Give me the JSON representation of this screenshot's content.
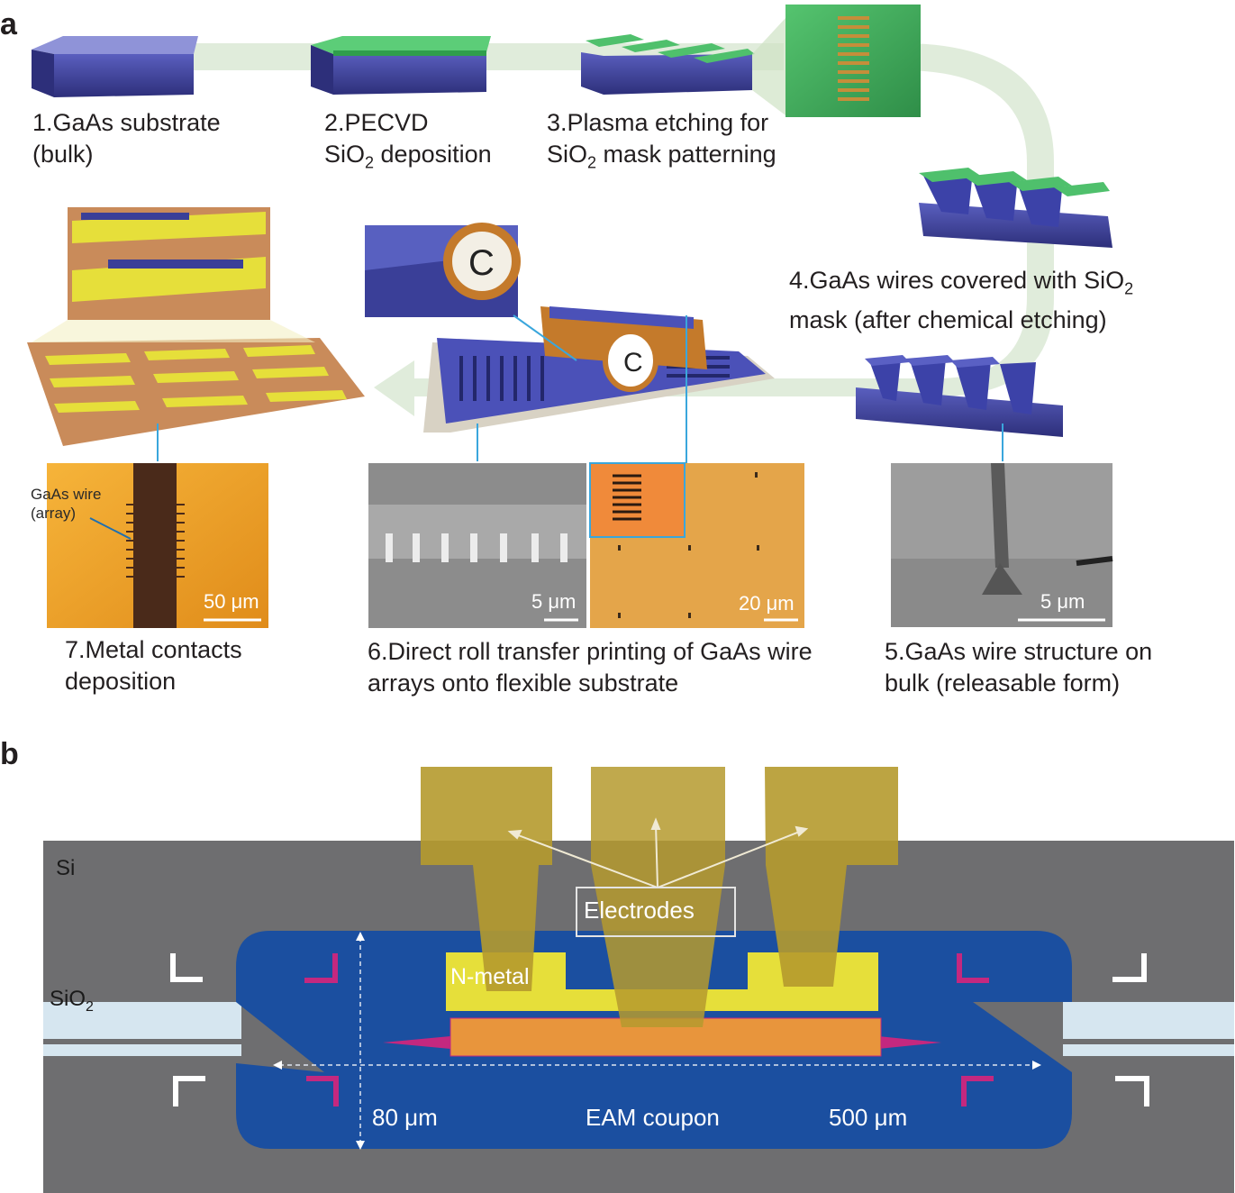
{
  "panel_a": {
    "letter": "a",
    "steps": {
      "s1": [
        "1.GaAs substrate",
        "(bulk)"
      ],
      "s2": [
        "2.PECVD",
        "SiO",
        "2",
        " deposition"
      ],
      "s3": [
        "3.Plasma etching for",
        "SiO",
        "2",
        " mask patterning"
      ],
      "s4": [
        "4.GaAs wires covered with SiO",
        "2",
        "mask (after chemical etching)"
      ],
      "s5": [
        "5.GaAs wire structure on",
        "bulk (releasable form)"
      ],
      "s6": [
        "6.Direct roll transfer printing of GaAs wire",
        "arrays onto flexible substrate"
      ],
      "s7": [
        "7.Metal contacts",
        "deposition"
      ]
    },
    "micrographs": {
      "m7_label": [
        "GaAs wire",
        "(array)"
      ],
      "m7_scale": "50 μm",
      "m6a_scale": "5 μm",
      "m6b_scale": "20 μm",
      "m5_scale": "5 μm"
    }
  },
  "panel_b": {
    "letter": "b",
    "labels": {
      "si": "Si",
      "sio2": [
        "SiO",
        "2"
      ],
      "electrodes": "Electrodes",
      "nmetal": "N-metal",
      "width": "80 μm",
      "coupon": "EAM coupon",
      "length": "500 μm"
    }
  },
  "colors": {
    "gaas_substrate": "#3b3f9e",
    "sio2_mask": "#3fae5a",
    "arrow_flow": "#dbe9d5",
    "metal_yellow": "#e6df3a",
    "electrode_gold": "#b59a2e",
    "coupon_blue": "#1b4fa0",
    "si_gray": "#6e6e70",
    "sio2_light": "#d6e6f0",
    "marker_magenta": "#c4287f"
  }
}
